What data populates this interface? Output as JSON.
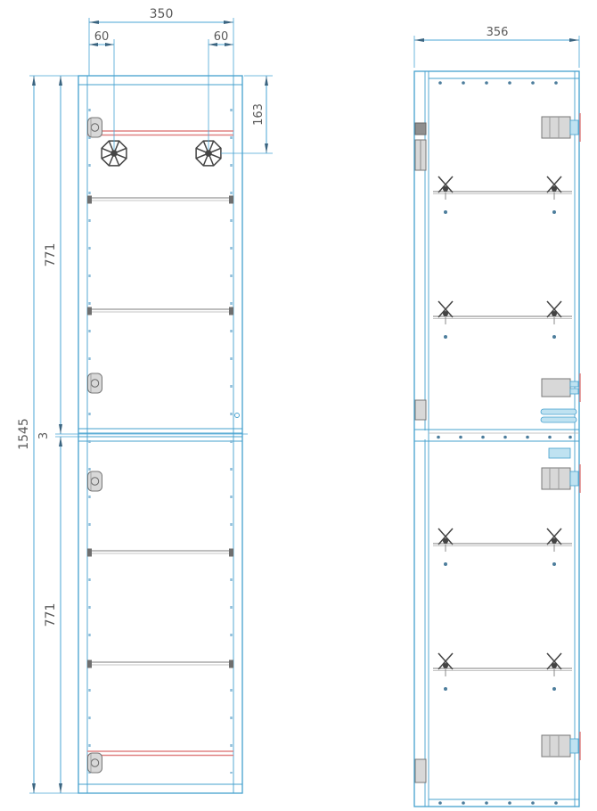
{
  "drawing": {
    "front_view": {
      "overall_width": "350",
      "knob_inset_left": "60",
      "knob_inset_right": "60",
      "knob_drop": "163",
      "upper_section_height": "771",
      "center_gap": "3",
      "lower_section_height": "771",
      "overall_height": "1545"
    },
    "side_view": {
      "overall_depth": "356"
    }
  },
  "colors": {
    "outline_blue": "#44a0ce",
    "dim_blue": "#49a5d5",
    "arrow_dark": "#3a6480",
    "text_gray": "#5a5a5a",
    "accent_red": "#e08383",
    "shelf_gray": "#7c7c7c",
    "detail_dark": "#444444",
    "hinge_fill": "#d8d8d8",
    "fitting_teal": "#bfe2f1"
  }
}
